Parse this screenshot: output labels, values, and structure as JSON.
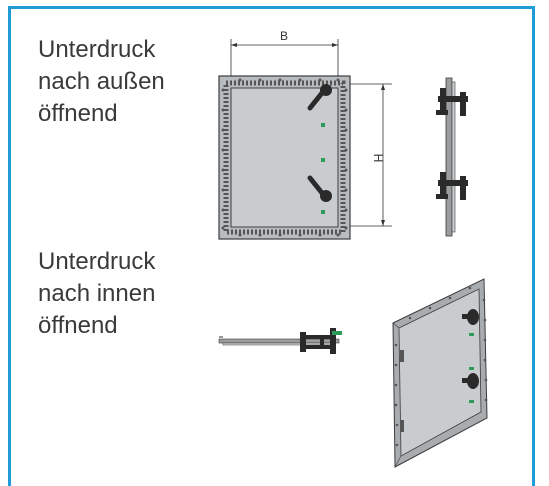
{
  "labels": {
    "top": [
      "Unterdruck",
      "nach außen",
      "öffnend"
    ],
    "bottom": [
      "Unterdruck",
      "nach innen",
      "öffnend"
    ]
  },
  "dimensions": {
    "width_label": "B",
    "height_label": "H"
  },
  "colors": {
    "frame_border": "#1f9bd6",
    "panel_fill": "#c9ccce",
    "panel_edge": "#3c3c3c",
    "text": "#3a3a3a"
  }
}
